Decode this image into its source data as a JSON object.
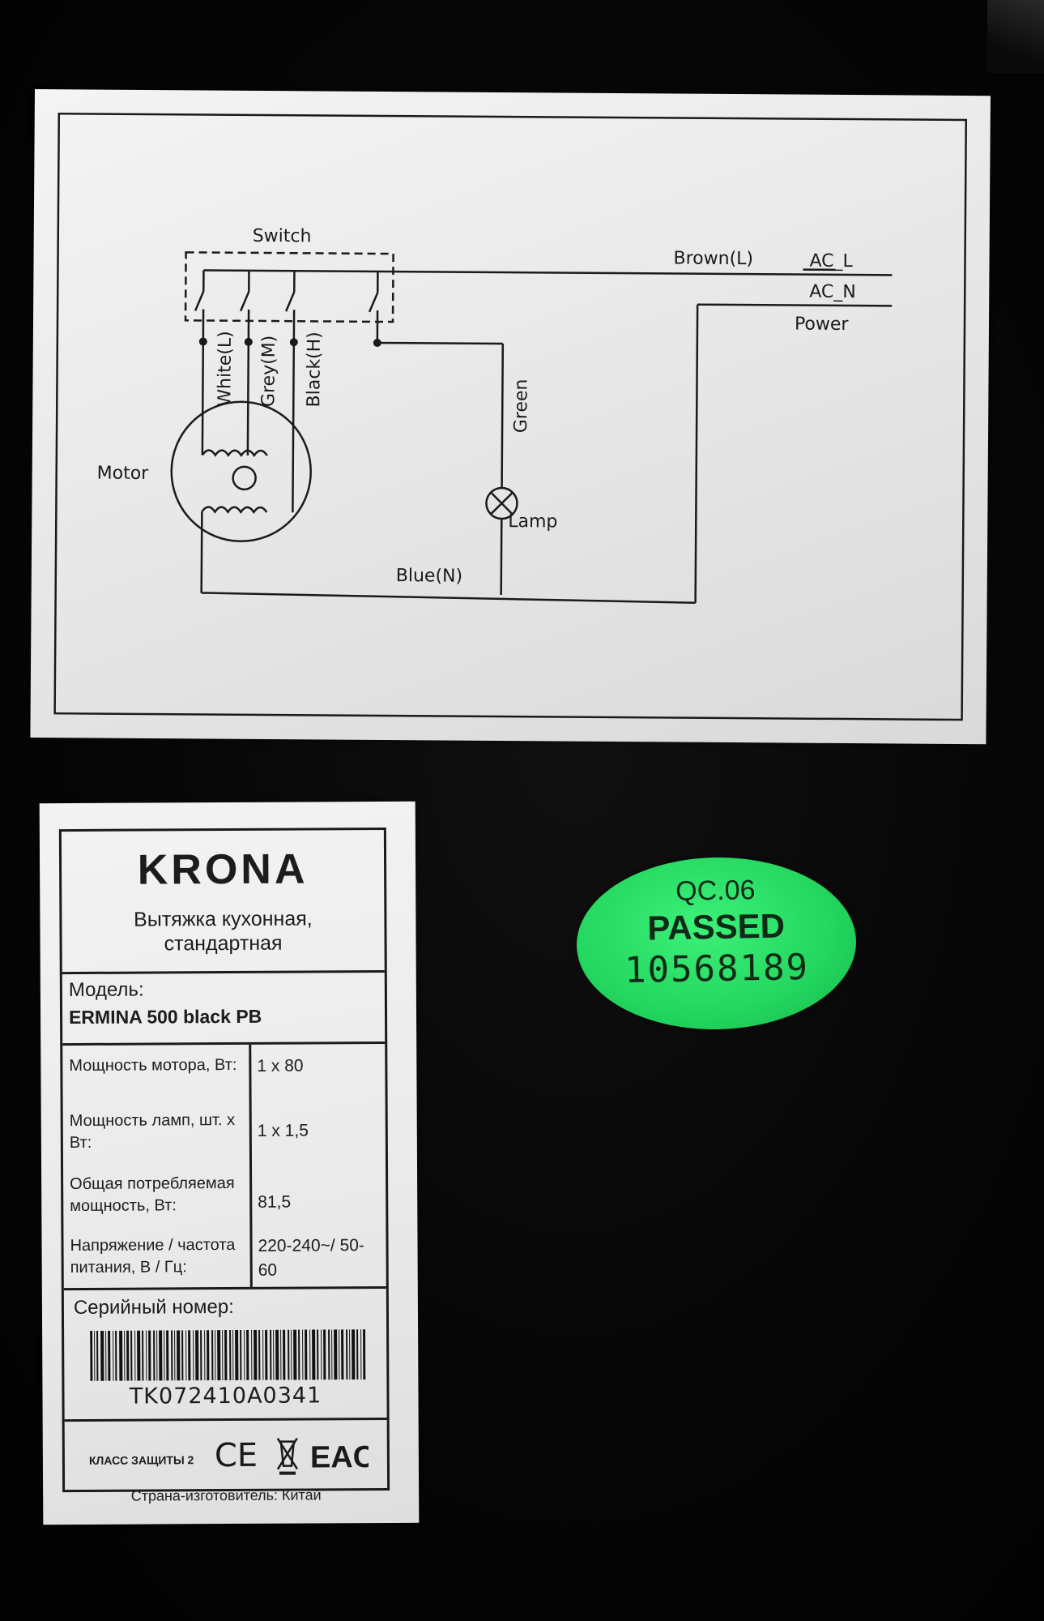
{
  "wiring_diagram": {
    "switch": "Switch",
    "motor": "Motor",
    "wire_white": "White(L)",
    "wire_grey": "Grey(M)",
    "wire_black": "Black(H)",
    "wire_green": "Green",
    "lamp": "Lamp",
    "wire_blue": "Blue(N)",
    "wire_brown": "Brown(L)",
    "ac_l": "AC_L",
    "ac_n": "AC_N",
    "power": "Power"
  },
  "rating_plate": {
    "brand": "KRONA",
    "product_type_line1": "Вытяжка кухонная,",
    "product_type_line2": "стандартная",
    "model_caption": "Модель:",
    "model_value": "ERMINA 500 black PB",
    "specs": [
      {
        "label": "Мощность мотора, Вт:",
        "value": "1 x 80"
      },
      {
        "label": "Мощность ламп, шт. x Вт:",
        "value": "1 x 1,5"
      },
      {
        "label": "Общая потребляемая мощность, Вт:",
        "value": "81,5"
      },
      {
        "label": "Напряжение / частота питания, В / Гц:",
        "value": "220-240~/ 50-60"
      }
    ],
    "serial_caption": "Серийный номер:",
    "serial_value": "TK072410A0341",
    "protection_class": "КЛАСС ЗАЩИТЫ 2",
    "mark_ce": "CE",
    "mark_eac": "EAC",
    "country": "Страна-изготовитель: Китай"
  },
  "qc_sticker": {
    "line1": "QC.06",
    "line2": "PASSED",
    "line3": "10568189",
    "color": "#22d65e"
  }
}
